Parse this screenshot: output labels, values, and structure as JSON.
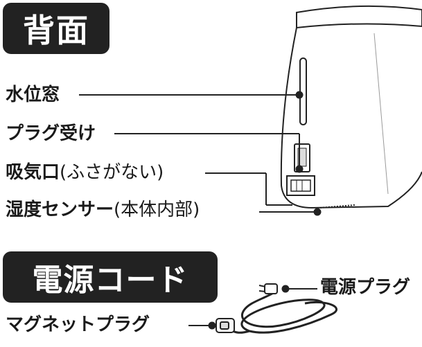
{
  "sections": {
    "back": {
      "title": "背面"
    },
    "cord": {
      "title": "電源コード"
    }
  },
  "labels": {
    "water_window": "水位窓",
    "plug_socket": "プラグ受け",
    "air_inlet": {
      "main": "吸気口",
      "note": "(ふさがない)"
    },
    "humidity_sensor": {
      "main": "湿度センサー",
      "note": "(本体内部)"
    },
    "power_plug": "電源プラグ",
    "magnet_plug": "マグネットプラグ"
  }
}
